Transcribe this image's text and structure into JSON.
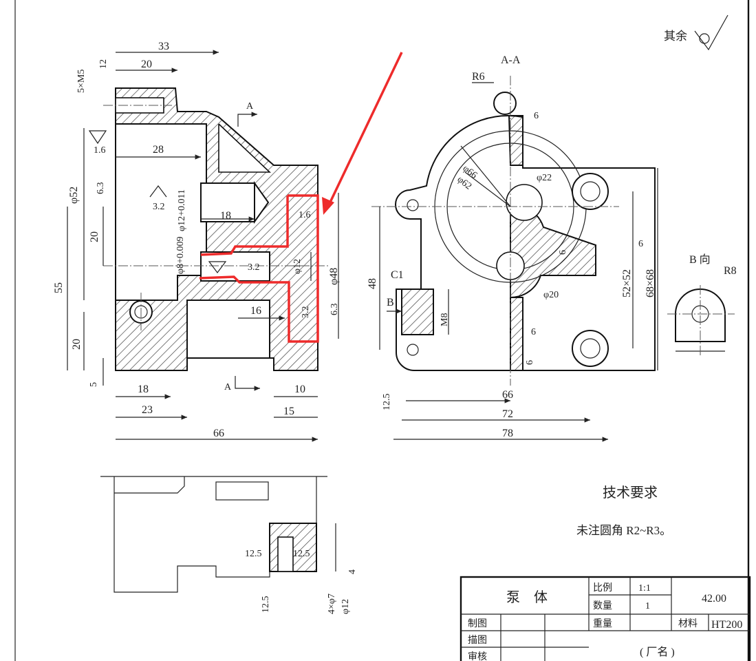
{
  "corner_note": "其余",
  "section_label": "A-A",
  "view_b_label": "B 向",
  "radii": {
    "r6": "R6",
    "r8": "R8"
  },
  "section_arrows": {
    "top": "A",
    "bottom": "A"
  },
  "main_view": {
    "dims": {
      "d33": "33",
      "d20_top": "20",
      "d5xm5": "5×M5",
      "d12": "12",
      "d28": "28",
      "phi52": "φ52",
      "d6_3": "6.3",
      "d1_6_left": "1.6",
      "d3_2_left": "3.2",
      "phi12_tol": "φ12+0.011",
      "d18_mid": "18",
      "d20_left": "20",
      "phi8_tol": "φ8+0.009",
      "d55": "55",
      "d20_low": "20",
      "d5": "5",
      "d3_2_mid": "3.2",
      "phi12_mid": "φ12",
      "phi48": "φ48",
      "d1_6_right": "1.6",
      "d16": "16",
      "d3_2_right": "3.2",
      "d6_3_right": "6.3",
      "d18_bottom": "18",
      "d23": "23",
      "d10": "10",
      "d15": "15",
      "d66": "66"
    }
  },
  "section_view": {
    "dims": {
      "phi66": "φ66",
      "phi62": "φ62",
      "phi22": "φ22",
      "phi20": "φ20",
      "d6_top": "6",
      "d6_mid": "6",
      "d6_right": "6",
      "d6_low": "6",
      "d6_bottom": "6",
      "d52x52": "52×52",
      "d68x68": "68×68",
      "d48": "48",
      "c1": "C1",
      "b": "B",
      "m8": "M8",
      "d12_5": "12.5",
      "d66": "66",
      "d72": "72",
      "d78": "78"
    }
  },
  "bottom_view": {
    "dims": {
      "d12_5_a": "12.5",
      "d12_5_b": "12.5",
      "d12_5_c": "12.5",
      "d4xphi7": "4×φ7",
      "phi12": "φ12",
      "d4": "4"
    }
  },
  "tech_req": {
    "title": "技术要求",
    "text": "未注圆角 R2~R3。"
  },
  "title_block": {
    "part_name": "泵　体",
    "scale_label": "比例",
    "scale_value": "1:1",
    "qty_label": "数量",
    "qty_value": "1",
    "weight_label": "重量",
    "drawing_no": "42.00",
    "material_label": "材料",
    "material_value": "HT200",
    "draw_label": "制图",
    "trace_label": "描图",
    "review_label": "审核",
    "factory": "( 厂名 )"
  },
  "colors": {
    "annotation": "#ee2b2b",
    "line": "#222222",
    "background": "#ffffff"
  }
}
